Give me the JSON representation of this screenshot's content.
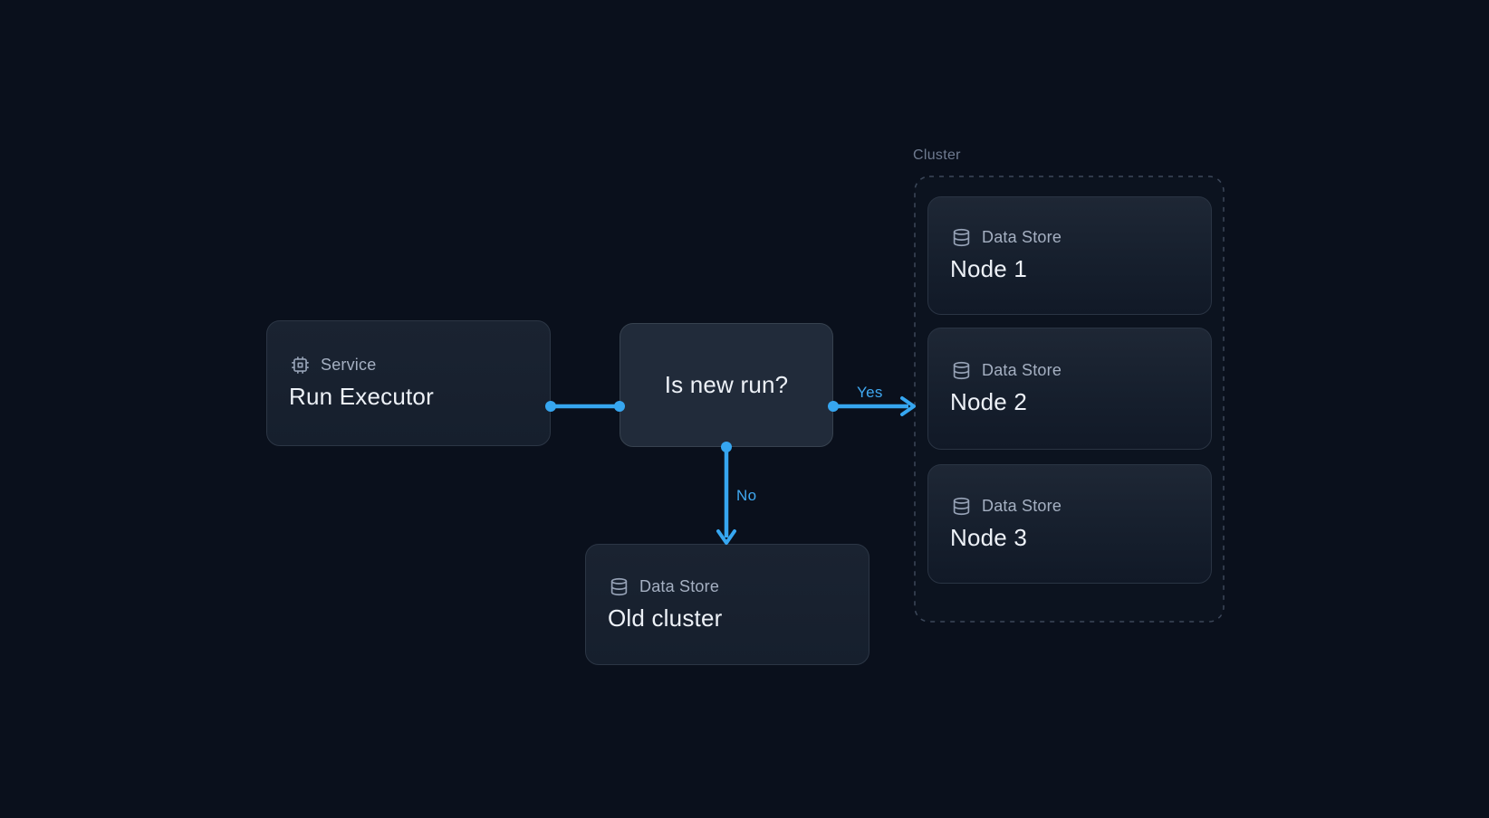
{
  "diagram": {
    "background_color": "#0a101c",
    "accent_color": "#36a6f0",
    "cluster_border_color": "#3c4759"
  },
  "nodes": {
    "run_executor": {
      "type_label": "Service",
      "title": "Run Executor",
      "icon": "cpu-icon"
    },
    "decision": {
      "title": "Is new run?"
    },
    "old_cluster": {
      "type_label": "Data Store",
      "title": "Old cluster",
      "icon": "database-icon"
    }
  },
  "cluster": {
    "label": "Cluster",
    "nodes": [
      {
        "type_label": "Data Store",
        "title": "Node 1",
        "icon": "database-icon"
      },
      {
        "type_label": "Data Store",
        "title": "Node 2",
        "icon": "database-icon"
      },
      {
        "type_label": "Data Store",
        "title": "Node 3",
        "icon": "database-icon"
      }
    ]
  },
  "edges": {
    "run_to_decision": {
      "label": ""
    },
    "decision_to_cluster": {
      "label": "Yes"
    },
    "decision_to_old_cluster": {
      "label": "No"
    }
  }
}
